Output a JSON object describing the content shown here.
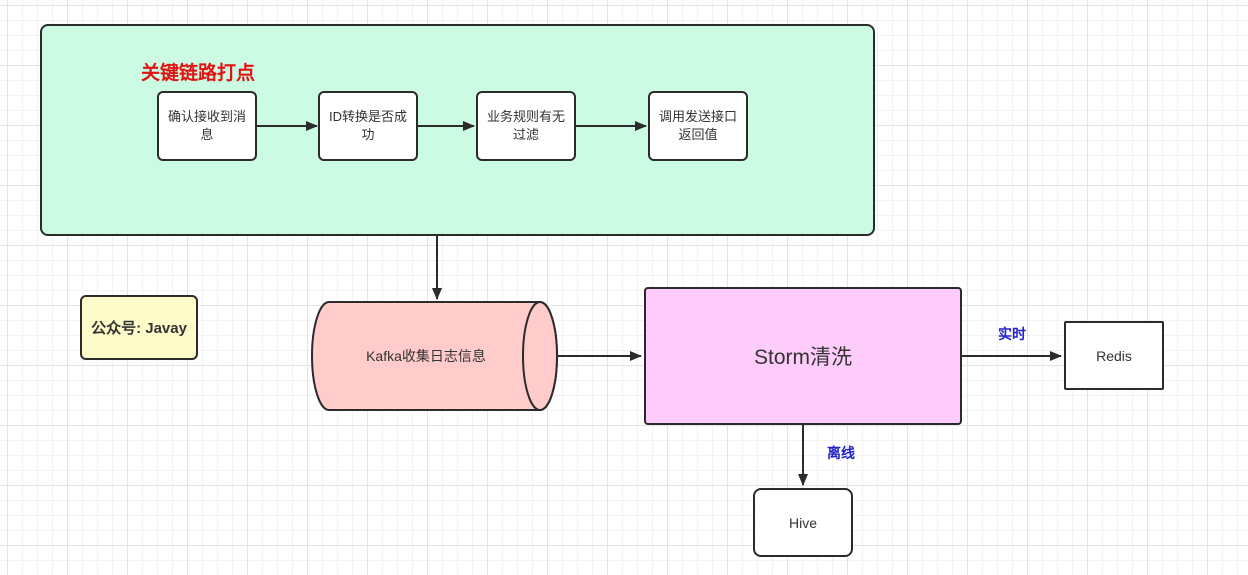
{
  "colors": {
    "green_fill": "#ccfbe3",
    "pink_fill": "#ffcbcb",
    "magenta_fill": "#fdccfb",
    "yellow_fill": "#fdfcc9",
    "stroke": "#2b2b2b",
    "title_red": "#e01212",
    "edge_label_blue": "#2222cc",
    "text": "#333333",
    "grid_minor": "#f2f2f2",
    "grid_major": "#e4e4e4"
  },
  "group": {
    "title": "关键链路打点",
    "steps": [
      {
        "label": "确认接收到消息"
      },
      {
        "label": "ID转换是否成功"
      },
      {
        "label": "业务规则有无过滤"
      },
      {
        "label": "调用发送接口返回值"
      }
    ]
  },
  "note": {
    "label": "公众号: Javay"
  },
  "nodes": {
    "kafka": {
      "label": "Kafka收集日志信息"
    },
    "storm": {
      "label": "Storm清洗"
    },
    "redis": {
      "label": "Redis"
    },
    "hive": {
      "label": "Hive"
    }
  },
  "edge_labels": {
    "realtime": "实时",
    "offline": "离线"
  }
}
